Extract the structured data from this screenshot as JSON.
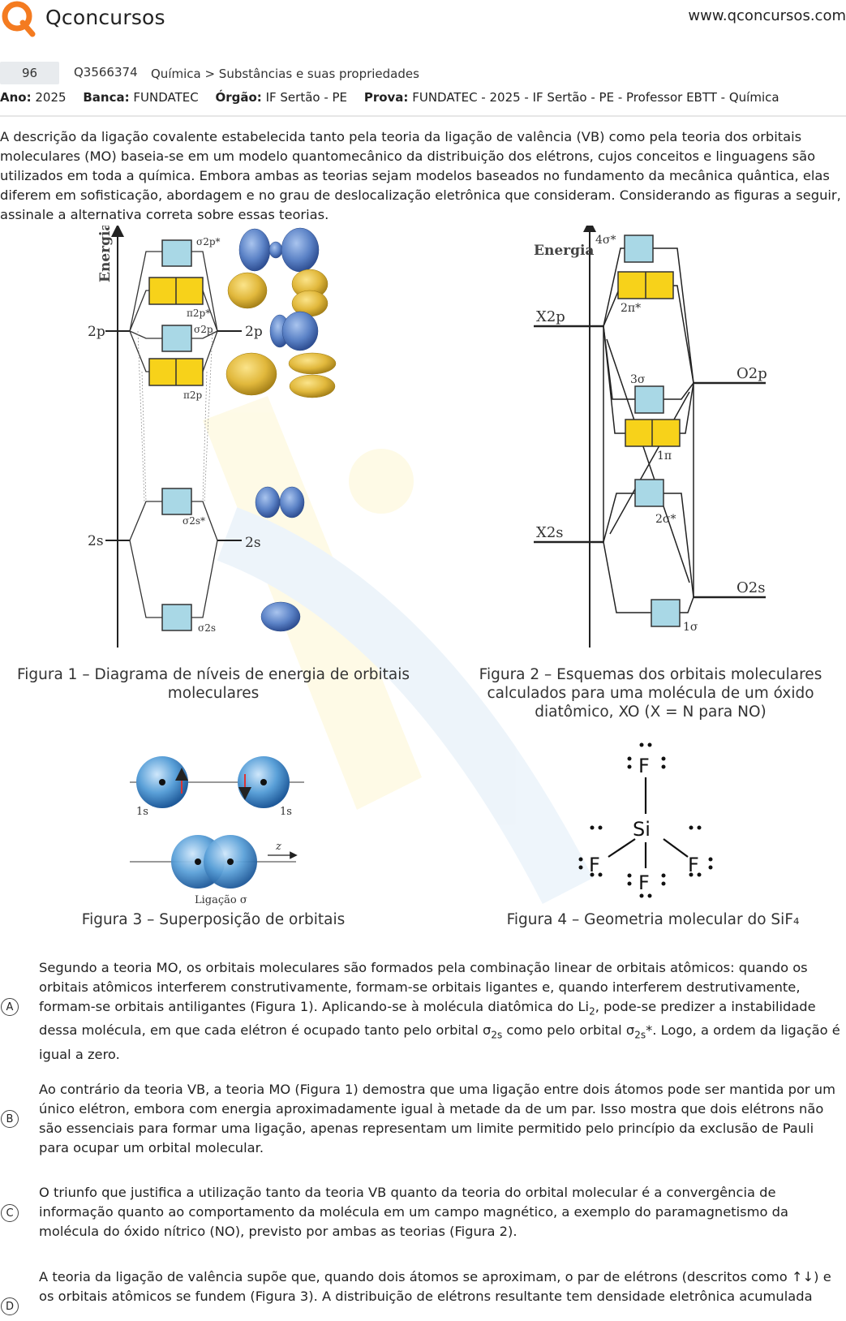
{
  "header": {
    "brand": "Qconcursos",
    "site": "www.qconcursos.com"
  },
  "question": {
    "number": "96",
    "id": "Q3566374",
    "category": "Química > Substâncias e suas propriedades"
  },
  "meta": {
    "ano_label": "Ano:",
    "ano": "2025",
    "banca_label": "Banca:",
    "banca": "FUNDATEC",
    "orgao_label": "Órgão:",
    "orgao": "IF Sertão - PE",
    "prova_label": "Prova:",
    "prova": "FUNDATEC - 2025 - IF Sertão - PE - Professor EBTT - Química"
  },
  "statement": "A descrição da ligação covalente estabelecida tanto pela teoria da ligação de valência (VB) como pela teoria dos orbitais moleculares (MO) baseia-se em um modelo quantomecânico da distribuição dos elétrons, cujos conceitos e linguagens são utilizados em toda a química. Embora ambas as teorias sejam modelos baseados no fundamento da mecânica quântica, elas diferem em sofisticação, abordagem e no grau de deslocalização eletrônica que consideram. Considerando as figuras a seguir, assinale a alternativa correta sobre essas teorias.",
  "figures": {
    "fig1": {
      "axis": "Energia",
      "left_2p": "2p",
      "right_2p": "2p",
      "left_2s": "2s",
      "right_2s": "2s",
      "sigma2p_star": "σ2p*",
      "pi2p_star": "π2p*",
      "sigma2p": "σ2p",
      "pi2p": "π2p",
      "sigma2s_star": "σ2s*",
      "sigma2s": "σ2s",
      "caption_line1": "Figura 1 – Diagrama de níveis de energia de orbitais",
      "caption_line2": "moleculares"
    },
    "fig2": {
      "axis": "Energia",
      "x2p": "X2p",
      "x2s": "X2s",
      "o2p": "O2p",
      "o2s": "O2s",
      "l4s": "4σ*",
      "l2pi": "2π*",
      "l3s": "3σ",
      "l1pi": "1π",
      "l2s": "2σ*",
      "l1s": "1σ",
      "caption_line1": "Figura 2 – Esquemas dos orbitais moleculares",
      "caption_line2": "calculados para uma molécula de um óxido",
      "caption_line3": "diatômico, XO (X = N para NO)"
    },
    "fig3": {
      "s1": "1s",
      "s2": "1s",
      "z": "z",
      "bond": "Ligação σ",
      "caption": "Figura 3 – Superposição de orbitais"
    },
    "fig4": {
      "si": "Si",
      "f": "F",
      "caption": "Figura 4 – Geometria molecular do SiF₄"
    }
  },
  "alternatives": [
    {
      "letter": "A",
      "text_1": "Segundo a teoria MO, os orbitais moleculares são formados pela combinação linear de orbitais atômicos: quando os orbitais atômicos interferem construtivamente, formam-se orbitais ligantes e, quando interferem destrutivamente, formam-se orbitais antiligantes (Figura 1). Aplicando-se à molécula diatômica do Li",
      "sub_1": "2",
      "text_2": ", pode-se predizer a instabilidade dessa molécula, em que cada elétron é ocupado tanto pelo orbital σ",
      "sub_2": "2s",
      "text_3": " como pelo orbital σ",
      "sub_3": "2s",
      "text_4": "*. Logo, a ordem da ligação é igual a zero."
    },
    {
      "letter": "B",
      "text": "Ao contrário da teoria VB, a teoria MO (Figura 1) demostra que uma ligação entre dois átomos pode ser mantida por um único elétron, embora com energia aproximadamente igual à metade da de um par. Isso mostra que dois elétrons não são essenciais para formar uma ligação, apenas representam um limite permitido pelo princípio da exclusão de Pauli para ocupar um orbital molecular."
    },
    {
      "letter": "C",
      "text": "O triunfo que justifica a utilização tanto da teoria VB quanto da teoria do orbital molecular é a convergência de informação quanto ao comportamento da molécula em um campo magnético, a exemplo do paramagnetismo da molécula do óxido nítrico (NO), previsto por ambas as teorias (Figura 2)."
    },
    {
      "letter": "D",
      "text": "A teoria da ligação de valência supõe que, quando dois átomos se aproximam, o par de elétrons (descritos como ↑↓) e os orbitais atômicos se fundem (Figura 3). A distribuição de elétrons resultante tem densidade eletrônica acumulada"
    }
  ],
  "colors": {
    "accent_orange": "#f47b20",
    "mo_box_blue": "#a9d8e6",
    "mo_box_yellow": "#f7d21a",
    "orbital_blue": "#4f7ac2",
    "orbital_yellow": "#e0b83a"
  }
}
